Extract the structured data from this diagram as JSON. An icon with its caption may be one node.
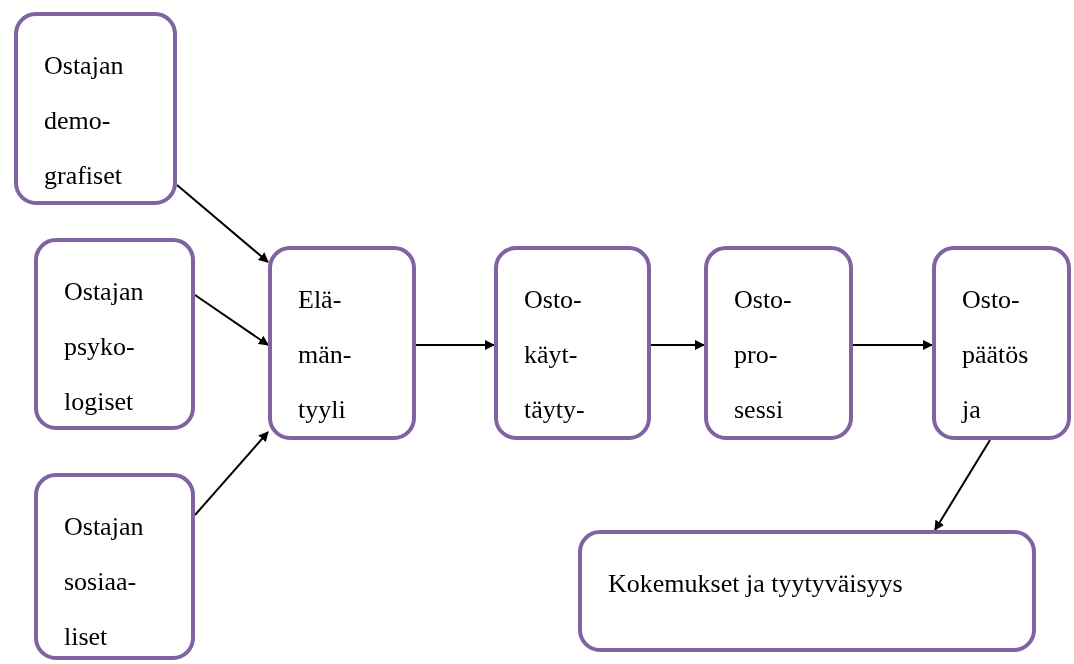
{
  "diagram": {
    "nodes": [
      {
        "text": [
          "Ostajan demo- grafiset"
        ]
      },
      {
        "text": [
          "Ostajan psyko- logiset"
        ]
      },
      {
        "text": [
          "Ostajan sosiaa- liset"
        ]
      },
      {
        "text": [
          "Elä- män- tyyli"
        ]
      },
      {
        "text": [
          "Osto- käyt- täyty-"
        ]
      },
      {
        "text": [
          "Osto- pro- sessi"
        ]
      },
      {
        "text": [
          "Osto- päätös ja"
        ]
      },
      {
        "text": [
          "Kokemukset ja tyytyväisyys"
        ]
      }
    ],
    "edges": [
      {
        "from": 0,
        "to": 3,
        "arrow": "to"
      },
      {
        "from": 1,
        "to": 3,
        "arrow": "to"
      },
      {
        "from": 2,
        "to": 3,
        "arrow": "to"
      },
      {
        "from": 3,
        "to": 4,
        "arrow": "to"
      },
      {
        "from": 4,
        "to": 5,
        "arrow": "to"
      },
      {
        "from": 5,
        "to": 6,
        "arrow": "to"
      },
      {
        "from": 6,
        "to": 7,
        "arrow": "to"
      }
    ]
  }
}
